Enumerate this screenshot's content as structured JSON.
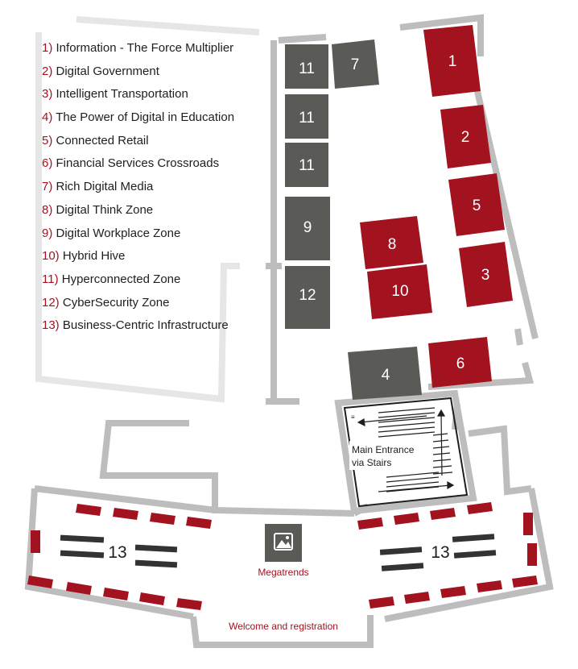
{
  "legend": [
    {
      "num": "1)",
      "text": "Information - The Force Multiplier"
    },
    {
      "num": "2)",
      "text": "Digital Government"
    },
    {
      "num": "3)",
      "text": "Intelligent Transportation"
    },
    {
      "num": "4)",
      "text": "The Power of Digital in Education"
    },
    {
      "num": "5)",
      "text": "Connected Retail"
    },
    {
      "num": "6)",
      "text": "Financial Services Crossroads"
    },
    {
      "num": "7)",
      "text": "Rich Digital Media"
    },
    {
      "num": "8)",
      "text": "Digital Think Zone"
    },
    {
      "num": "9)",
      "text": "Digital Workplace Zone"
    },
    {
      "num": "10)",
      "text": "Hybrid Hive"
    },
    {
      "num": "11)",
      "text": "Hyperconnected Zone"
    },
    {
      "num": "12)",
      "text": "CyberSecurity Zone"
    },
    {
      "num": "13)",
      "text": "Business-Centric Infrastructure"
    }
  ],
  "zones": {
    "z1": "1",
    "z2": "2",
    "z3": "3",
    "z4": "4",
    "z5": "5",
    "z6": "6",
    "z7": "7",
    "z8": "8",
    "z9": "9",
    "z10": "10",
    "z11a": "11",
    "z11b": "11",
    "z11c": "11",
    "z12": "12",
    "z13left": "13",
    "z13right": "13"
  },
  "entrance": {
    "line1": "Main Entrance",
    "line2": "via Stairs"
  },
  "megatrends": {
    "label": "Megatrends",
    "icon": "image-icon"
  },
  "welcome": "Welcome and registration",
  "colors": {
    "red": "#a3121f",
    "dark": "#5a5a57",
    "wall": "#bdbdbd",
    "light_wall": "#e6e6e6",
    "text": "#1e1e1e",
    "bench": "#333333"
  }
}
